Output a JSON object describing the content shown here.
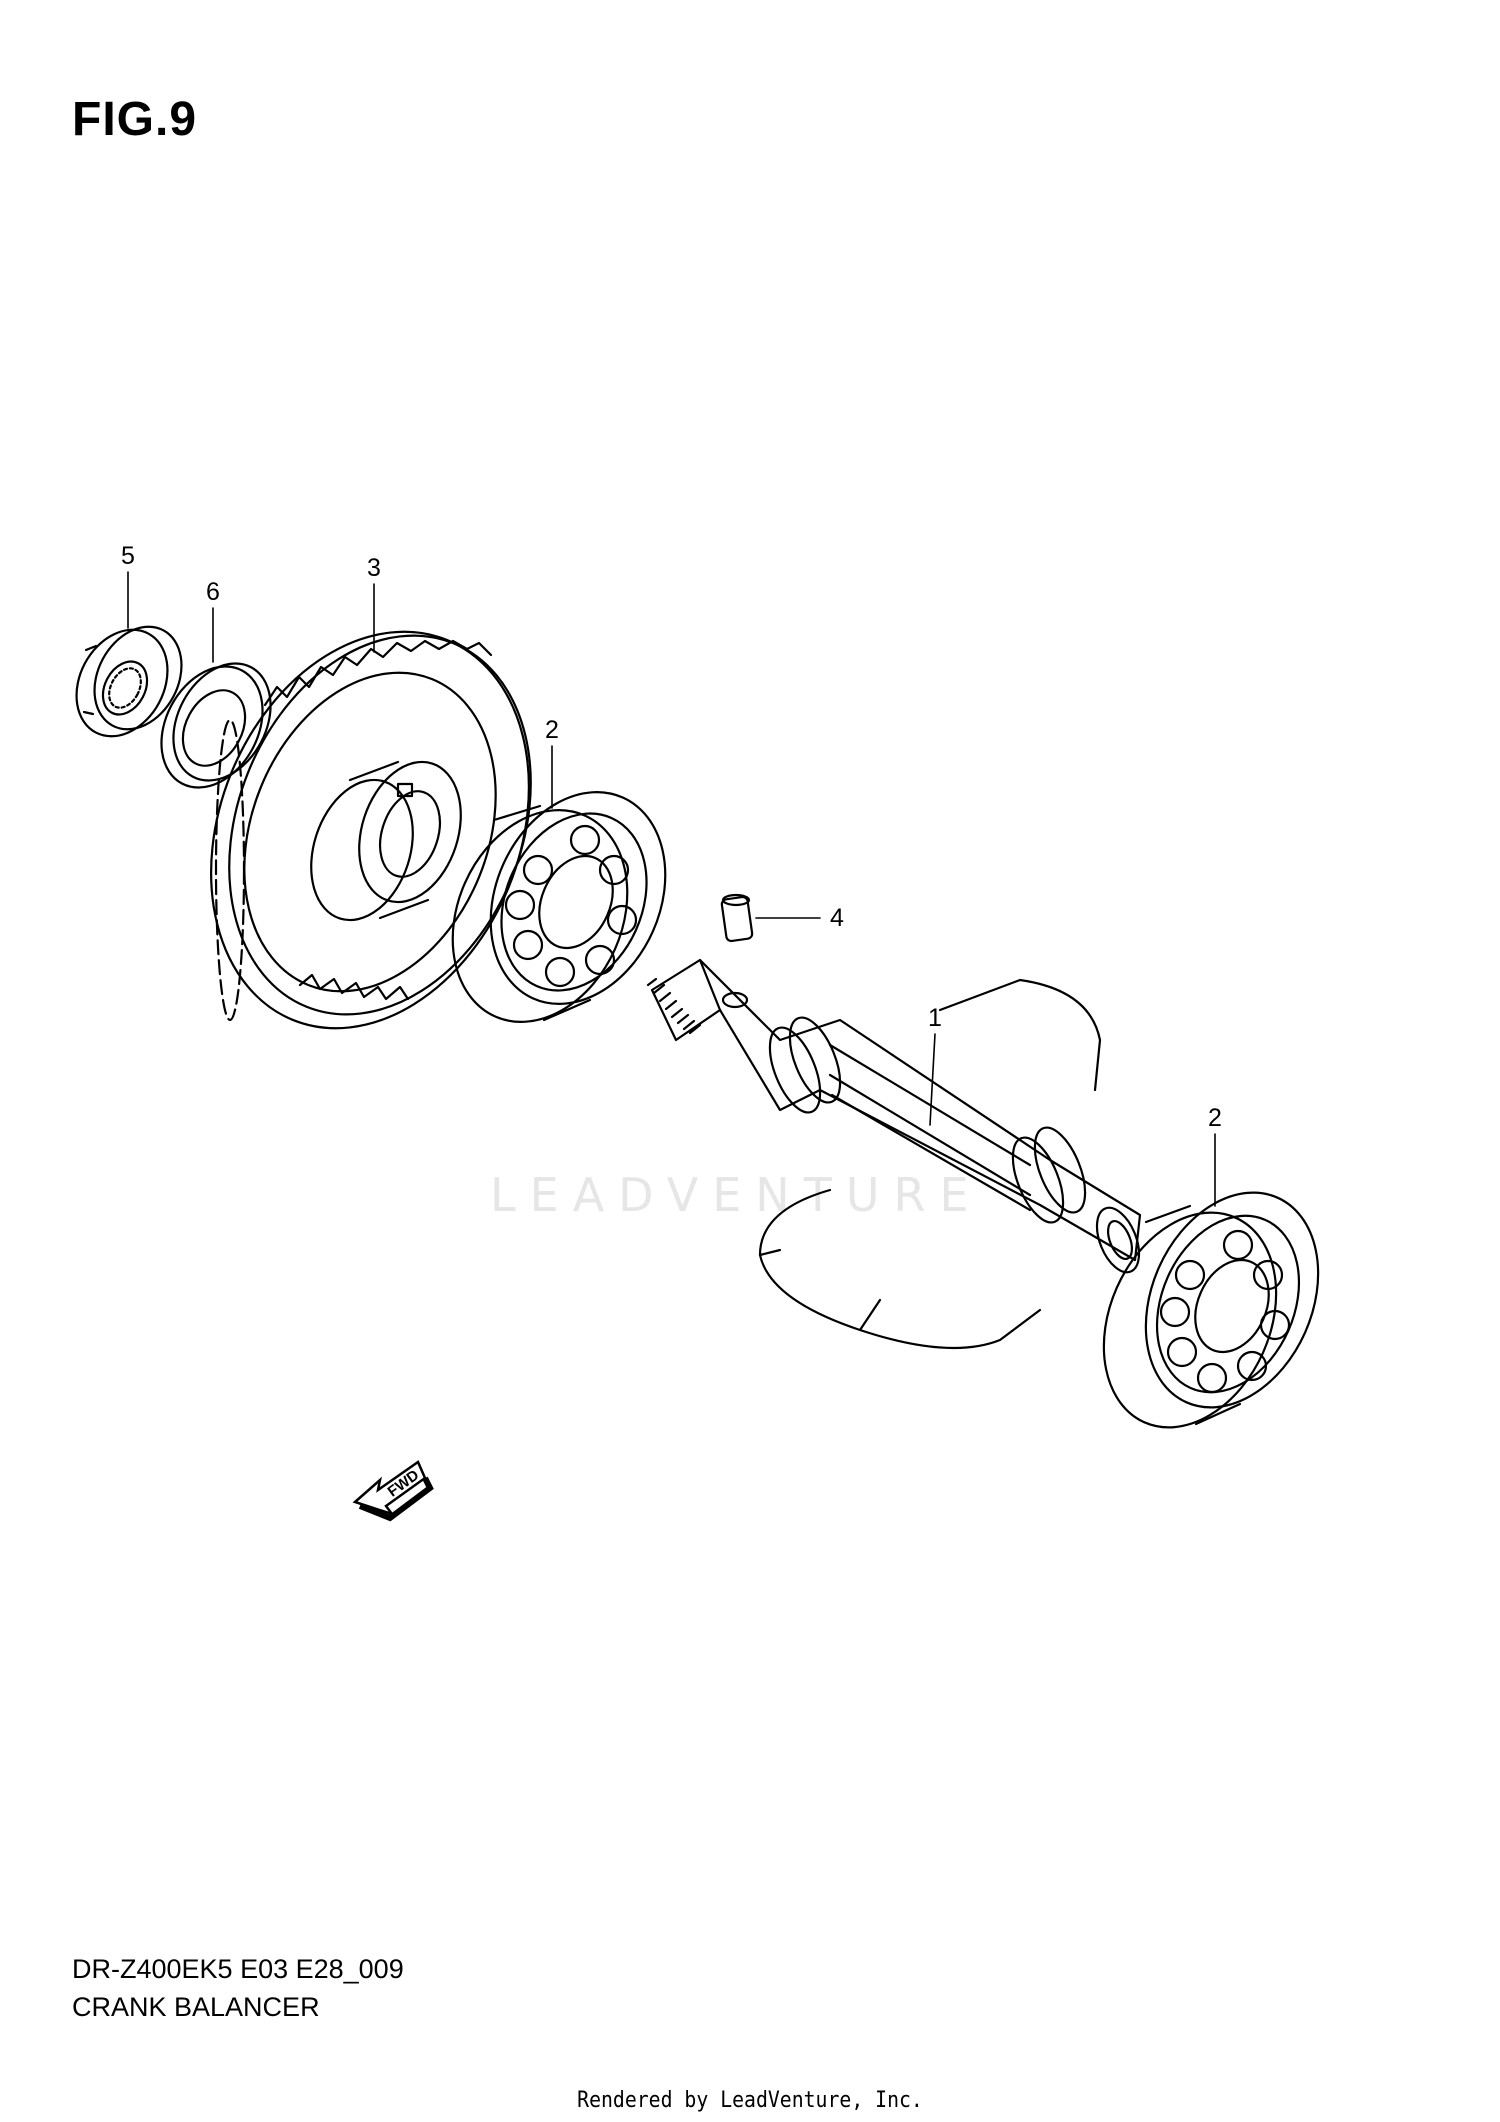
{
  "figure": {
    "title": "FIG.9"
  },
  "callouts": [
    {
      "id": "5",
      "label": "5"
    },
    {
      "id": "6",
      "label": "6"
    },
    {
      "id": "3",
      "label": "3"
    },
    {
      "id": "2a",
      "label": "2"
    },
    {
      "id": "4",
      "label": "4"
    },
    {
      "id": "1",
      "label": "1"
    },
    {
      "id": "2b",
      "label": "2"
    }
  ],
  "fwd_label": "FWD",
  "watermark": "LEADVENTURE",
  "footer": {
    "model_code": "DR-Z400EK5 E03 E28_009",
    "diagram_name": "CRANK BALANCER",
    "rendered_by": "Rendered by LeadVenture, Inc."
  },
  "colors": {
    "line": "#000000",
    "watermark": "#e6e6e6"
  },
  "icons": {
    "fwd": "fwd-arrow-icon"
  }
}
